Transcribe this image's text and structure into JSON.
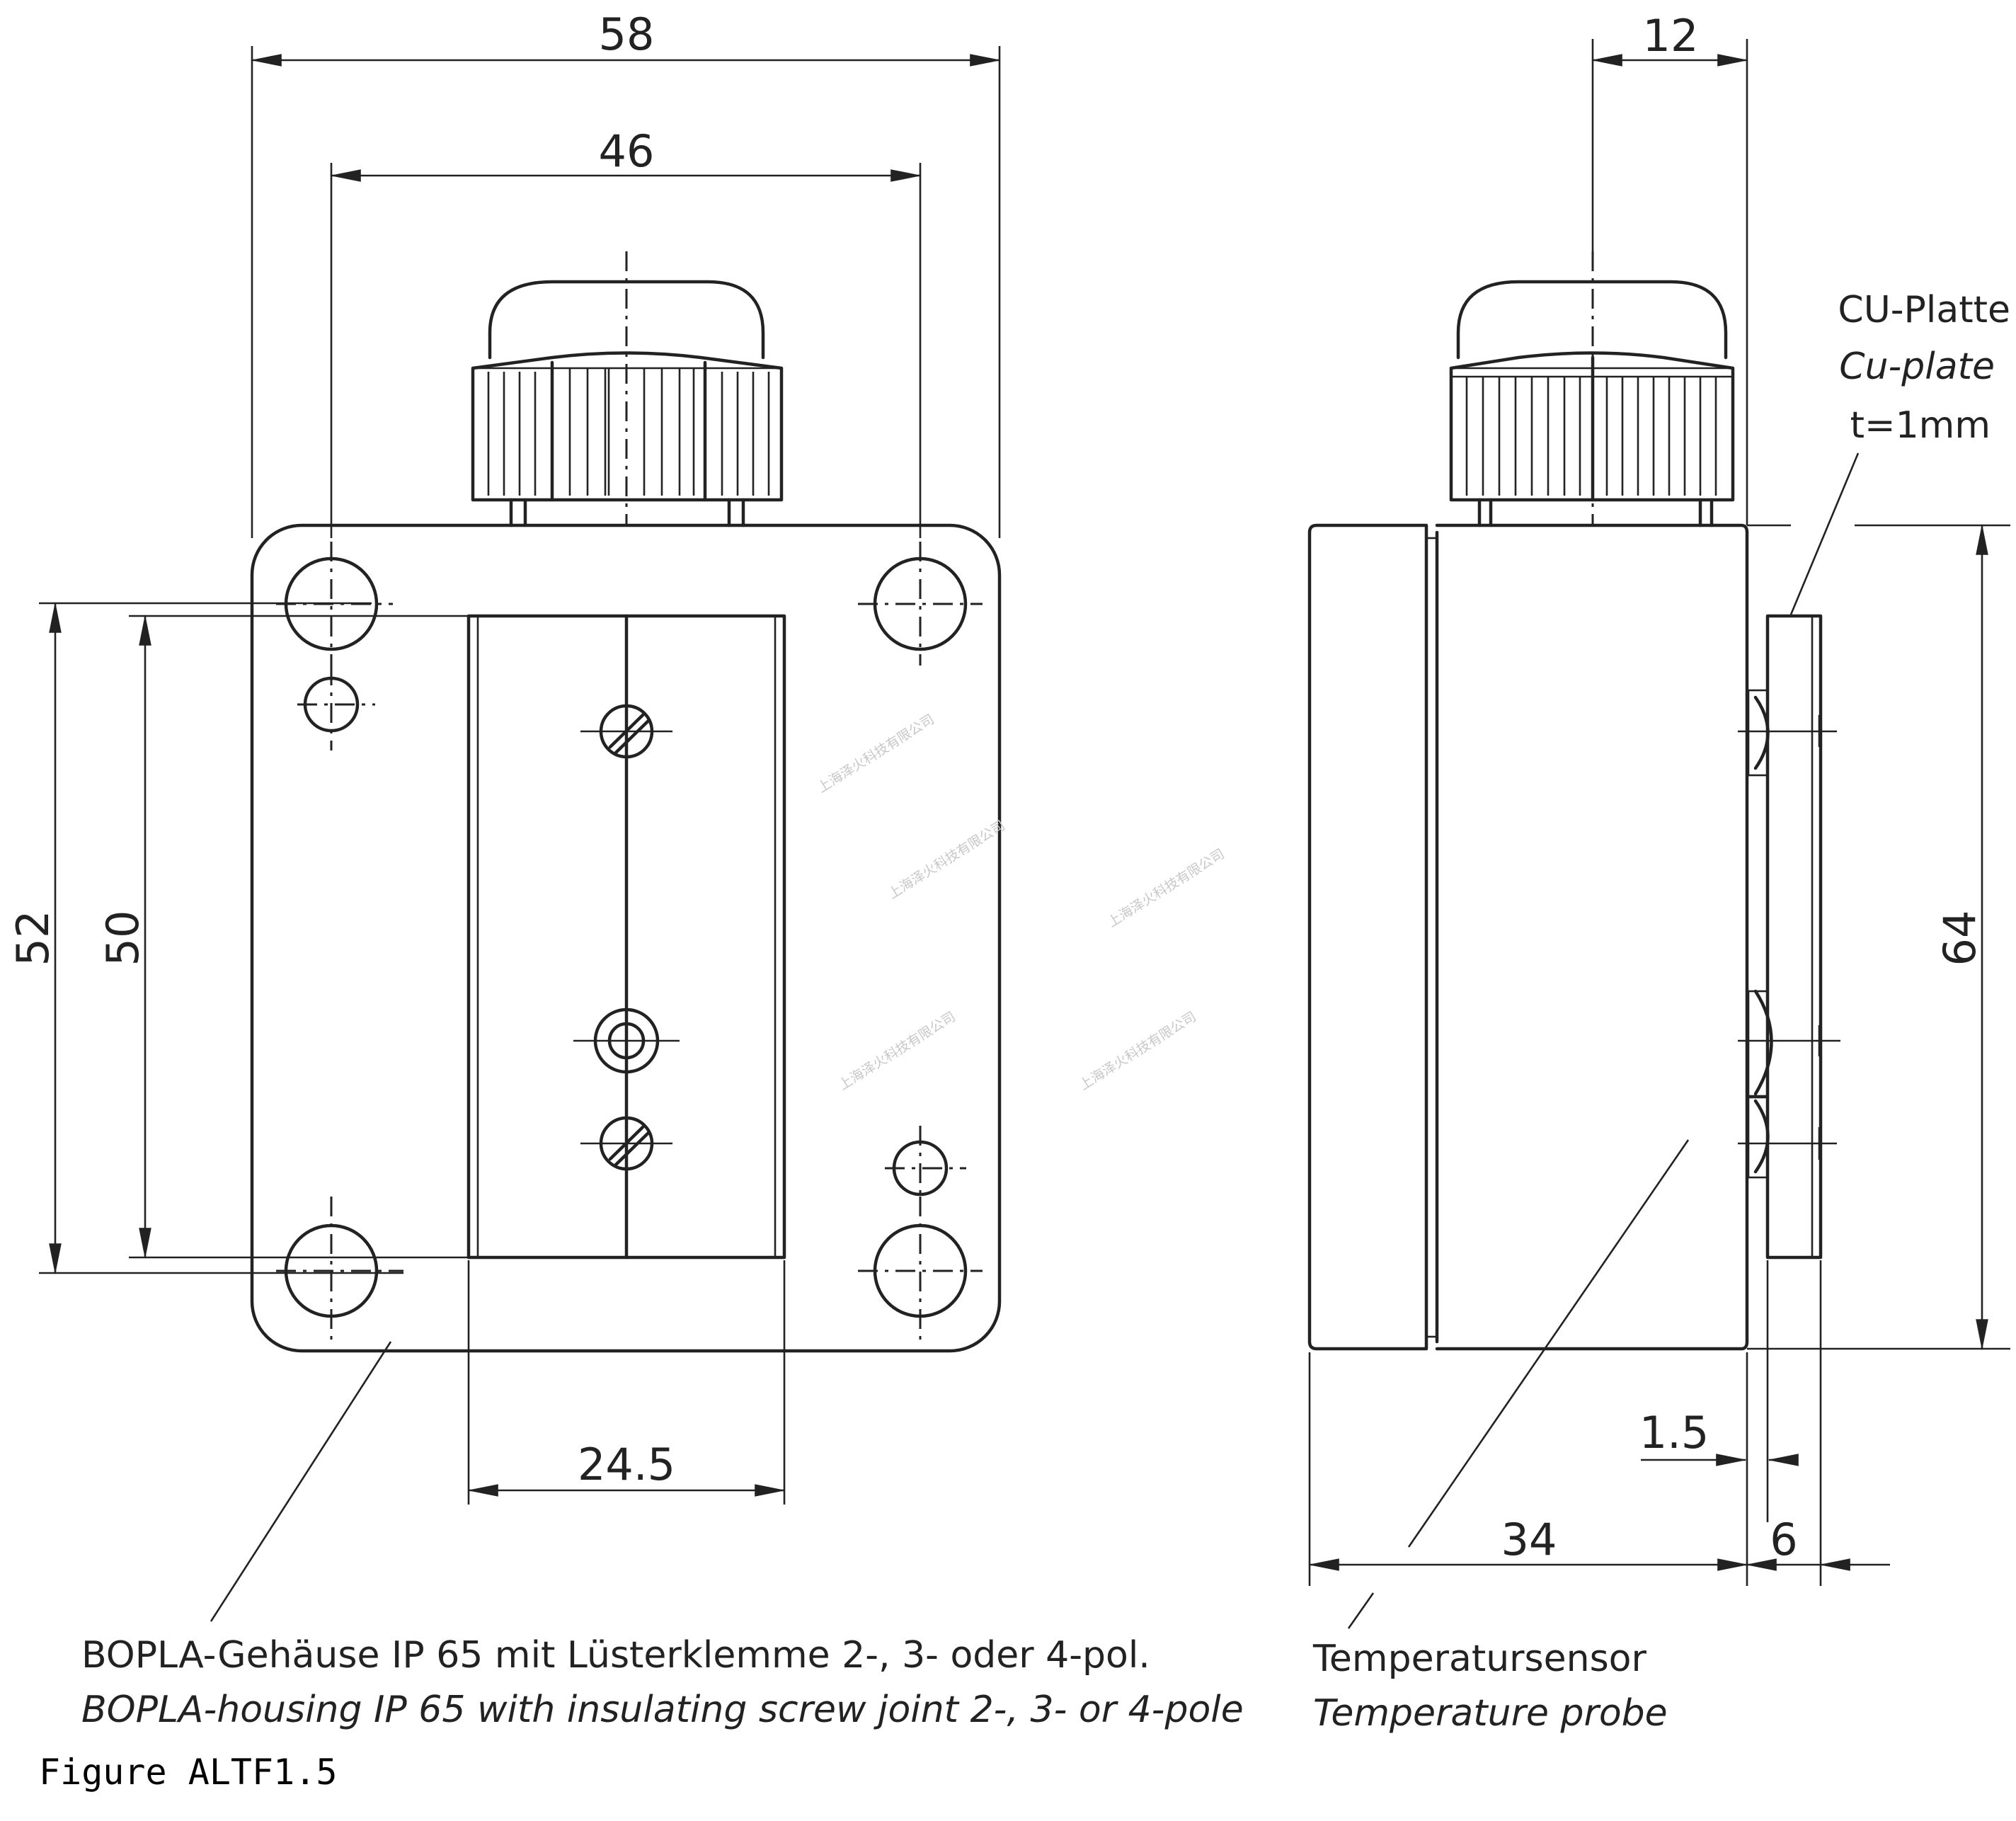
{
  "front_view": {
    "dimensions": {
      "width_overall": "58",
      "hole_spacing_x": "46",
      "terminal_width": "24.5",
      "height_outer": "52",
      "height_inner": "50"
    },
    "callout": {
      "line1": "BOPLA-Gehäuse IP 65 mit Lüsterklemme 2-, 3- oder 4-pol.",
      "line2": "BOPLA-housing IP 65 with insulating  screw joint 2-, 3- or 4-pole"
    }
  },
  "side_view": {
    "dimensions": {
      "gland_offset": "12",
      "height": "64",
      "plate_gap": "1.5",
      "depth": "34",
      "plate_depth": "6"
    },
    "plate_label": {
      "line1": "CU-Platte",
      "line2": "Cu-plate",
      "line3": "t=1mm"
    },
    "callout": {
      "line1": "Temperatursensor",
      "line2": "Temperature probe"
    }
  },
  "watermark": "上海泽火科技有限公司",
  "caption": "Figure ALTF1.5"
}
